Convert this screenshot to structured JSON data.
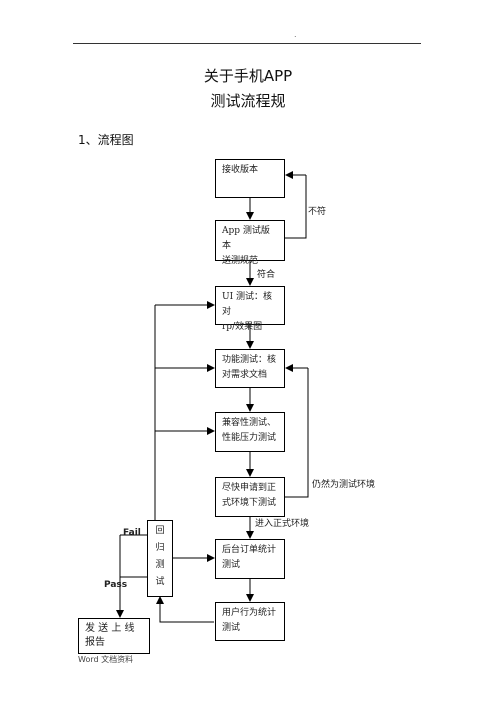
{
  "header": {
    "mark": "."
  },
  "title": {
    "line1": "关于手机APP",
    "line2": "测试流程规"
  },
  "section_heading": "1、流程图",
  "flow": {
    "receive": [
      "接收版本"
    ],
    "spec": [
      "App 测试版本",
      "送测规范"
    ],
    "ui": [
      "UI 测试：核对",
      "rp/效果图"
    ],
    "func": [
      "功能测试：核",
      "对需求文档"
    ],
    "compat": [
      "兼容性测试、",
      "性能压力测试"
    ],
    "prod_env": [
      "尽快申请到正",
      "式环境下测试"
    ],
    "backend": [
      "后台订单统计",
      "测试"
    ],
    "behavior": [
      "用户行为统计",
      "测试"
    ],
    "regress": [
      "回",
      "归",
      "测",
      "试"
    ],
    "report": [
      "发 送 上 线",
      "报告"
    ]
  },
  "labels": {
    "not_match": "不符",
    "match": "符合",
    "still_test_env": "仍然为测试环境",
    "enter_prod_env": "进入正式环境",
    "fail": "Fail",
    "pass": "Pass"
  },
  "footer": "Word 文档资料"
}
